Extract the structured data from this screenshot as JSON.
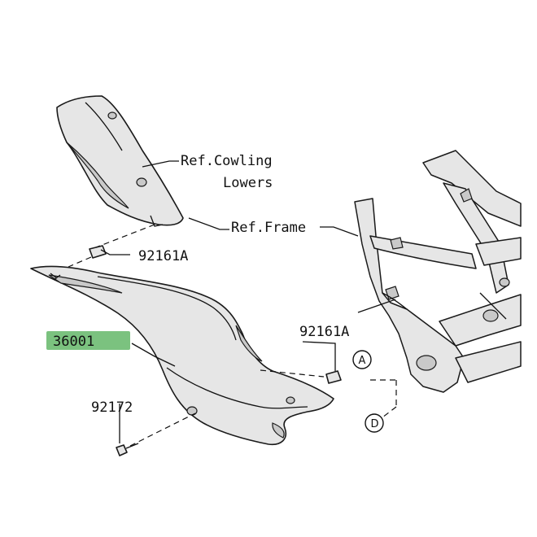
{
  "labels": {
    "ref_cowling_line1": "Ref.Cowling",
    "ref_cowling_line2": "Lowers",
    "ref_frame": "Ref.Frame",
    "part_92161a_top": "92161A",
    "part_92161a_right": "92161A",
    "part_36001": "36001",
    "part_92172": "92172",
    "callout_a": "A",
    "callout_d": "D"
  },
  "colors": {
    "highlight_box": "#7bc27f",
    "line": "#111111",
    "part_fill": "#e6e6e6"
  }
}
